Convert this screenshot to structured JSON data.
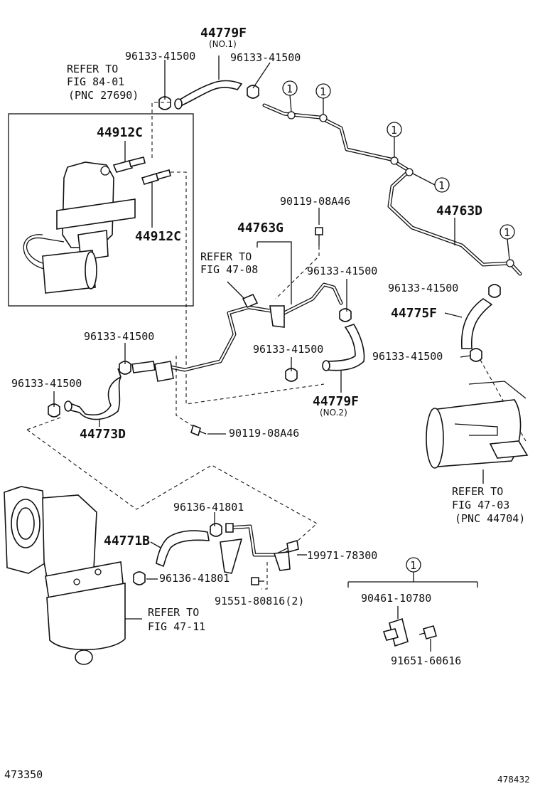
{
  "labels": {
    "p44779f_top": "44779F",
    "no1": "(NO.1)",
    "c96133_a": "96133-41500",
    "c96133_b": "96133-41500",
    "refer_84": "REFER TO",
    "fig_84": "FIG 84-01",
    "pnc_27690": "(PNC 27690)",
    "p44912c_a": "44912C",
    "p44912c_b": "44912C",
    "b90119_a": "90119-08A46",
    "p44763g": "44763G",
    "p44763d": "44763D",
    "refer_4708": "REFER TO",
    "fig_4708": "FIG 47-08",
    "c96133_c": "96133-41500",
    "c96133_d": "96133-41500",
    "p44775f": "44775F",
    "c96133_e": "96133-41500",
    "c96133_f": "96133-41500",
    "c96133_g": "96133-41500",
    "c96133_h": "96133-41500",
    "p44779f_bot": "44779F",
    "no2": "(NO.2)",
    "p44773d": "44773D",
    "b90119_b": "90119-08A46",
    "refer_4703": "REFER TO",
    "fig_4703": "FIG 47-03",
    "pnc_44704": "(PNC 44704)",
    "c96136_a": "96136-41801",
    "p44771b": "44771B",
    "c96136_b": "96136-41801",
    "p19971": "19971-78300",
    "b91551": "91551-80816(2)",
    "refer_4711": "REFER TO",
    "fig_4711": "FIG 47-11",
    "kit_num": "1",
    "p90461": "90461-10780",
    "p91651": "91651-60616",
    "callout": "1",
    "ref_left": "473350",
    "ref_right": "478432"
  }
}
